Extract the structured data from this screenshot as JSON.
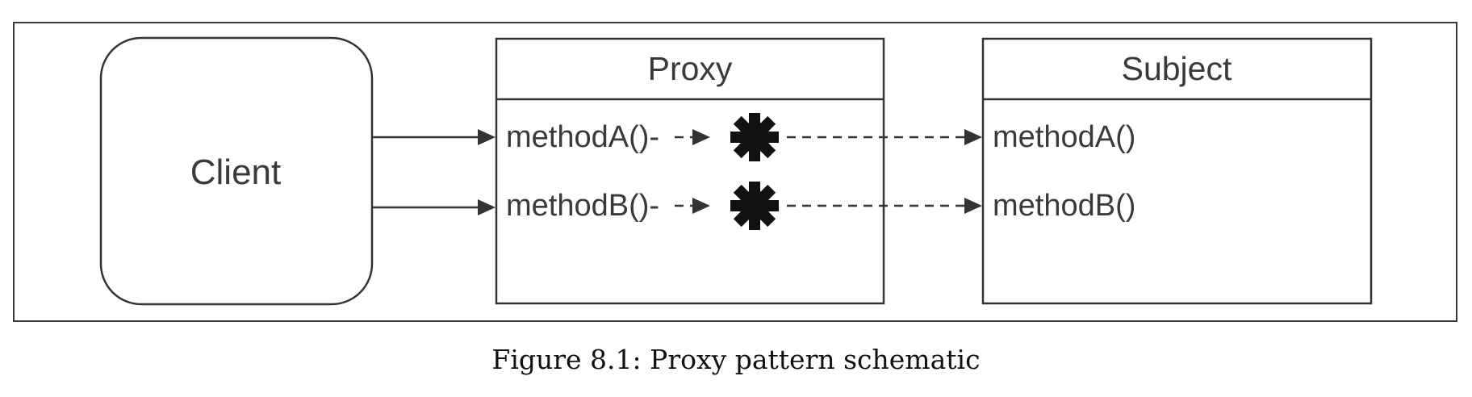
{
  "diagram": {
    "client": {
      "label": "Client"
    },
    "proxy": {
      "title": "Proxy",
      "methods": [
        "methodA()-",
        "methodB()-"
      ]
    },
    "subject": {
      "title": "Subject",
      "methods": [
        "methodA()",
        "methodB()"
      ]
    },
    "icons": [
      "gear-icon",
      "gear-icon"
    ],
    "colors": {
      "line": "#333333",
      "text": "#3a3a3a",
      "gear": "#111111"
    }
  },
  "caption": "Figure 8.1: Proxy pattern schematic"
}
